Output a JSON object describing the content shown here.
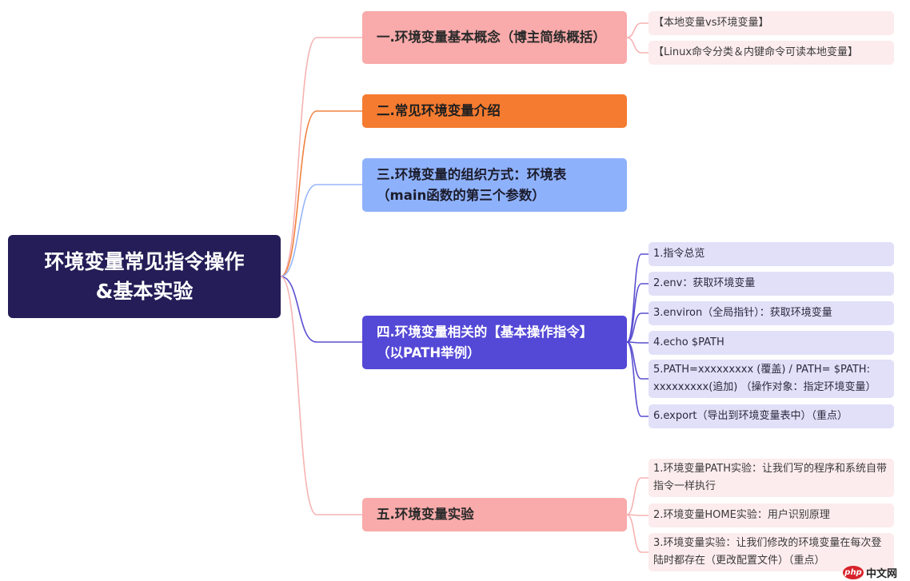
{
  "root": {
    "title": "环境变量常见指令操作\n&基本实验"
  },
  "colors": {
    "root": "#241d57",
    "branch_pink": "#f9aaaa",
    "branch_orange": "#f57b30",
    "branch_blue": "#8eb1fb",
    "branch_purple": "#5448d6",
    "leaf_pink": "#fdeced",
    "leaf_lavender": "#e1e0f8"
  },
  "branches": [
    {
      "label": "一.环境变量基本概念（博主简练概括）",
      "children": [
        "【本地变量vs环境变量】",
        "【Linux命令分类＆内键命令可读本地变量】"
      ]
    },
    {
      "label": "二.常见环境变量介绍",
      "children": []
    },
    {
      "label": "三.环境变量的组织方式：环境表（main函数的第三个参数）",
      "children": []
    },
    {
      "label": "四.环境变量相关的【基本操作指令】（以PATH举例）",
      "children": [
        "1.指令总览",
        "2.env：获取环境变量",
        "3.environ（全局指针）：获取环境变量",
        "4.echo $PATH",
        "5.PATH=xxxxxxxxx (覆盖) / PATH= $PATH: xxxxxxxxx(追加) （操作对象：指定环境变量）",
        "6.export（导出到环境变量表中）（重点）"
      ]
    },
    {
      "label": "五.环境变量实验",
      "children": [
        "1.环境变量PATH实验：让我们写的程序和系统自带指令一样执行",
        "2.环境变量HOME实验：用户识别原理",
        "3.环境变量实验：让我们修改的环境变量在每次登陆时都存在（更改配置文件）（重点）"
      ]
    }
  ],
  "watermark": {
    "logo": "php",
    "text": "中文网"
  }
}
